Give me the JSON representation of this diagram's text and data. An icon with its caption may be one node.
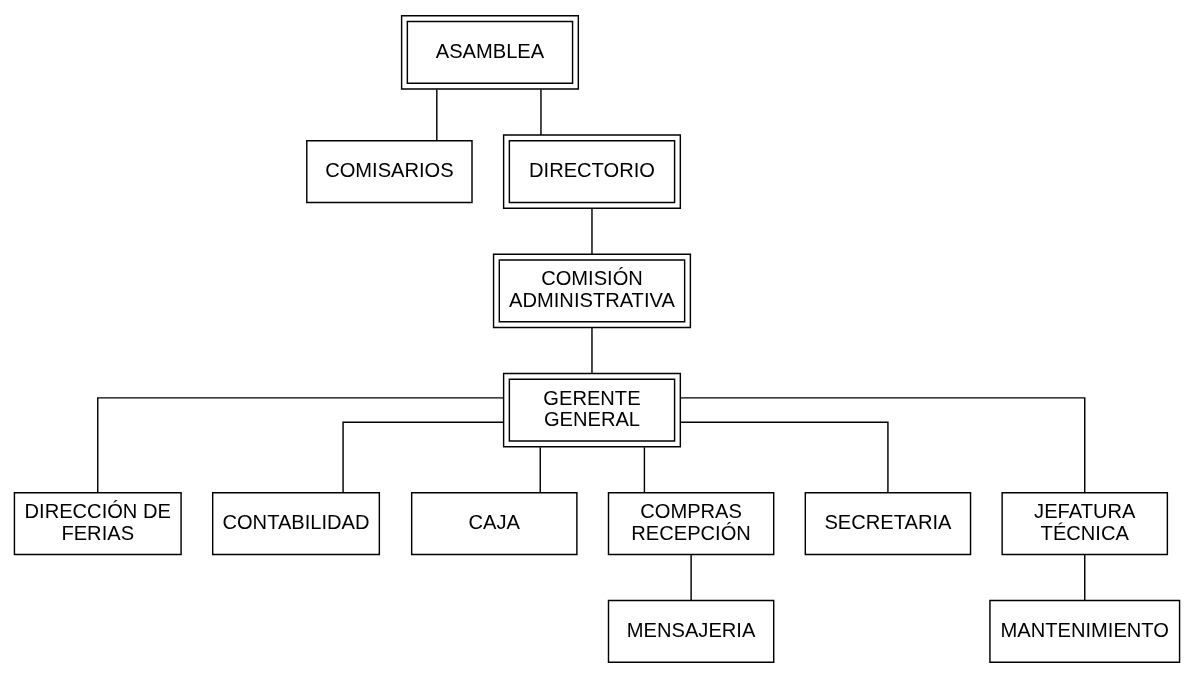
{
  "diagram": {
    "nodes": [
      {
        "text": [
          "ASAMBLEA"
        ]
      },
      {
        "text": [
          "COMISARIOS"
        ]
      },
      {
        "text": [
          "DIRECTORIO"
        ]
      },
      {
        "text": [
          "COMISIÓN ADMINISTRATIVA"
        ]
      },
      {
        "text": [
          "GERENTE GENERAL"
        ]
      },
      {
        "text": [
          "DIRECCIÓN DE FERIAS"
        ]
      },
      {
        "text": [
          "CONTABILIDAD"
        ]
      },
      {
        "text": [
          "CAJA"
        ]
      },
      {
        "text": [
          "COMPRAS RECEPCIÓN"
        ]
      },
      {
        "text": [
          "SECRETARIA"
        ]
      },
      {
        "text": [
          "JEFATURA TÉCNICA"
        ]
      },
      {
        "text": [
          "MENSAJERIA"
        ]
      },
      {
        "text": [
          "MANTENIMIENTO"
        ]
      }
    ],
    "edges": [
      {
        "from": 0,
        "to": 2,
        "arrow": "none"
      },
      {
        "from": 0,
        "to": 1,
        "arrow": "none"
      },
      {
        "from": 2,
        "to": 3,
        "arrow": "none"
      },
      {
        "from": 3,
        "to": 4,
        "arrow": "none"
      },
      {
        "from": 4,
        "to": 5,
        "arrow": "none"
      },
      {
        "from": 4,
        "to": 6,
        "arrow": "none"
      },
      {
        "from": 4,
        "to": 7,
        "arrow": "none"
      },
      {
        "from": 4,
        "to": 8,
        "arrow": "none"
      },
      {
        "from": 4,
        "to": 9,
        "arrow": "none"
      },
      {
        "from": 4,
        "to": 10,
        "arrow": "none"
      },
      {
        "from": 8,
        "to": 11,
        "arrow": "none"
      },
      {
        "from": 10,
        "to": 12,
        "arrow": "none"
      }
    ]
  }
}
